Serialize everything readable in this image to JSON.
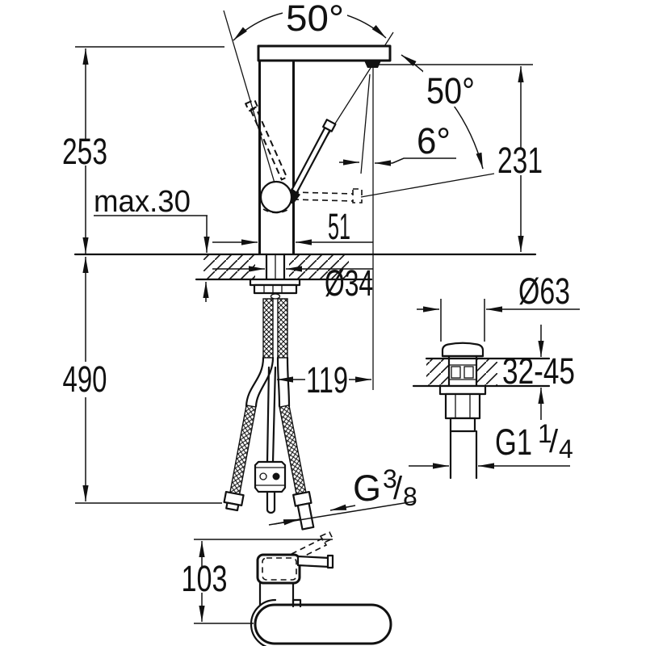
{
  "drawing": {
    "kind": "technical-dimension-diagram",
    "ink_color": "#111111",
    "background_color": "#ffffff",
    "labels": {
      "rotation_top": "50°",
      "rotation_side": "50°",
      "spray_angle": "6°",
      "body_height": "253",
      "max_deck": "max.30",
      "spout_height": "231",
      "body_width": "51",
      "shank_diameter": "Ø34",
      "hose_drop": "490",
      "spout_reach": "119",
      "waste_cap_diameter": "Ø63",
      "deck_thickness_range": "32-45",
      "top_view_depth": "103",
      "waste_thread": {
        "base": "G1",
        "sup": "1",
        "slash": "/",
        "sub": "4"
      },
      "supply_thread": {
        "base": "G",
        "sup": "3",
        "slash": "/",
        "sub": "8"
      }
    }
  }
}
